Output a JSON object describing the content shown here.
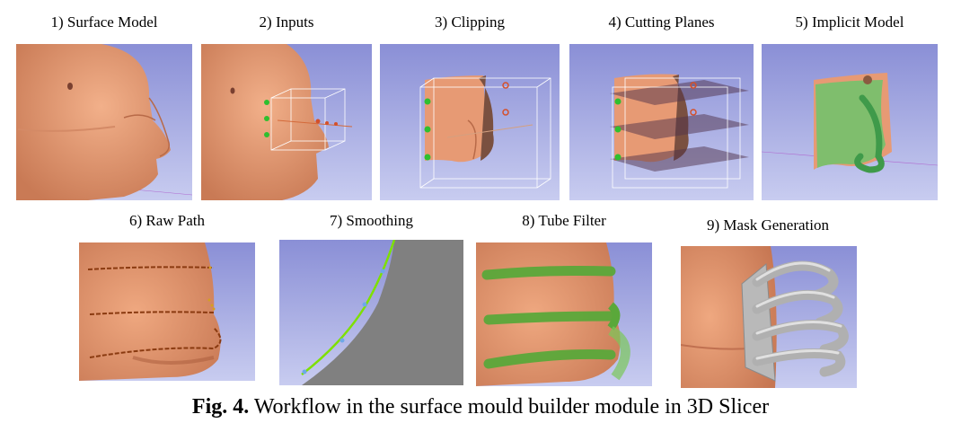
{
  "figure": {
    "panels": [
      {
        "number": "1)",
        "title": "Surface Model"
      },
      {
        "number": "2)",
        "title": "Inputs"
      },
      {
        "number": "3)",
        "title": "Clipping"
      },
      {
        "number": "4)",
        "title": "Cutting Planes"
      },
      {
        "number": "5)",
        "title": "Implicit Model"
      },
      {
        "number": "6)",
        "title": "Raw Path"
      },
      {
        "number": "7)",
        "title": "Smoothing"
      },
      {
        "number": "8)",
        "title": "Tube Filter"
      },
      {
        "number": "9)",
        "title": "Mask Generation"
      }
    ],
    "caption": {
      "prefix": "Fig. 4.",
      "text": "Workflow in the surface mould builder module in 3D Slicer"
    }
  },
  "colors": {
    "viewer_background_top": "#8a8fd6",
    "viewer_background_bottom": "#c8ccf0",
    "skin": "#e79a74",
    "implicit_model": "#6cc46c",
    "path": "#8a3a10",
    "tube": "#5aa83a",
    "mask": "#b9b9b9",
    "smoothing_surface": "#808080",
    "smoothing_line": "#7ee000"
  }
}
